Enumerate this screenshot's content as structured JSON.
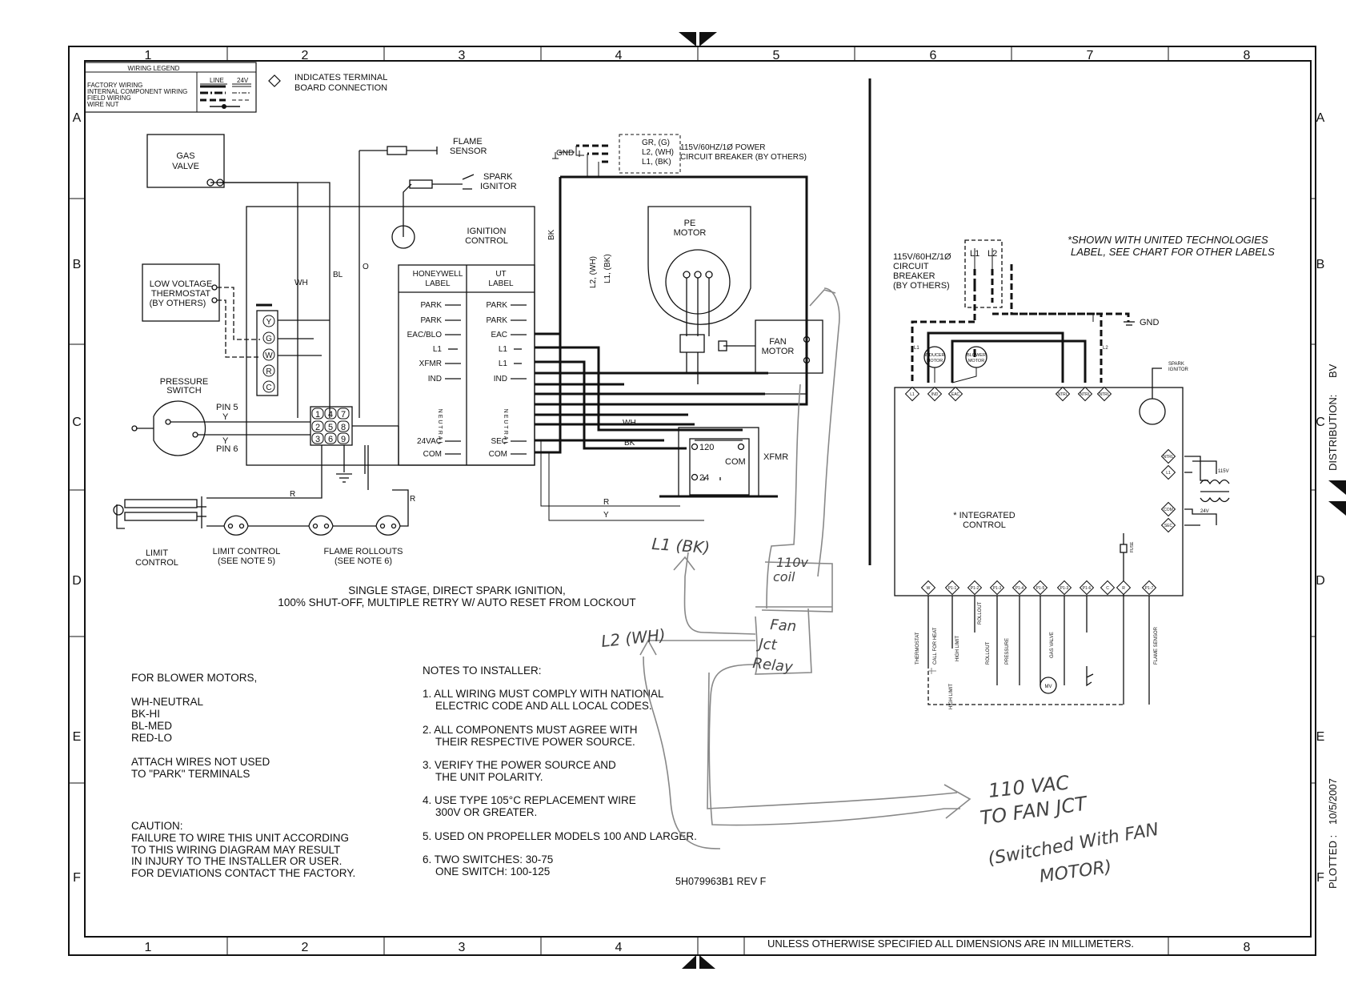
{
  "grid": {
    "cols": [
      "1",
      "2",
      "3",
      "4",
      "5",
      "6",
      "7",
      "8"
    ],
    "rows": [
      "A",
      "B",
      "C",
      "D",
      "E",
      "F"
    ]
  },
  "legend": {
    "title": "WIRING LEGEND",
    "col_line": "LINE",
    "col_24v": "24V",
    "items": [
      "FACTORY WIRING",
      "INTERNAL COMPONENT WIRING",
      "FIELD WIRING",
      "WIRE NUT"
    ],
    "terminal_note_1": "INDICATES TERMINAL",
    "terminal_note_2": "BOARD CONNECTION"
  },
  "left": {
    "gas_valve_1": "GAS",
    "gas_valve_2": "VALVE",
    "flame_sensor_1": "FLAME",
    "flame_sensor_2": "SENSOR",
    "spark_ignitor_1": "SPARK",
    "spark_ignitor_2": "IGNITOR",
    "ignition_control_1": "IGNITION",
    "ignition_control_2": "CONTROL",
    "honeywell_1": "HONEYWELL",
    "honeywell_2": "LABEL",
    "ut_1": "UT",
    "ut_2": "LABEL",
    "honeywell_terms": [
      "PARK",
      "PARK",
      "EAC/BLO",
      "L1",
      "XFMR",
      "IND",
      "NEUTRAL",
      "24VAC",
      "COM"
    ],
    "ut_terms": [
      "PARK",
      "PARK",
      "EAC",
      "L1",
      "L1",
      "IND",
      "NEUTRAL",
      "SEC",
      "COM"
    ],
    "thermostat_1": "LOW VOLTAGE",
    "thermostat_2": "THERMOSTAT",
    "thermostat_3": "(BY OTHERS)",
    "tstat_terms": [
      "Y",
      "G",
      "W",
      "R",
      "C"
    ],
    "pressure_switch_1": "PRESSURE",
    "pressure_switch_2": "SWITCH",
    "pin5": "PIN 5",
    "pin6": "PIN 6",
    "plug_pins": [
      "1",
      "4",
      "7",
      "2",
      "5",
      "8",
      "3",
      "6",
      "9"
    ],
    "wire_wh": "WH",
    "wire_bl": "BL",
    "wire_o": "O",
    "wire_r": "R",
    "wire_y": "Y",
    "wire_bk": "BK",
    "wire_l2wh": "L2, (WH)",
    "wire_l1bk": "L1, (BK)",
    "gnd": "GND",
    "power_gr": "GR, (G)",
    "power_l2": "L2, (WH)",
    "power_l1": "L1, (BK)",
    "power_1": "115V/60HZ/1Ø POWER",
    "power_2": "CIRCUIT BREAKER (BY OTHERS)",
    "pe_motor_1": "PE",
    "pe_motor_2": "MOTOR",
    "fan_motor_1": "FAN",
    "fan_motor_2": "MOTOR",
    "xfmr": "XFMR",
    "xfmr_120": "120",
    "xfmr_24": "24",
    "xfmr_com": "COM",
    "limit_control_1": "LIMIT",
    "limit_control_2": "CONTROL",
    "limit_note_1": "LIMIT CONTROL",
    "limit_note_2": "(SEE NOTE 5)",
    "rollouts_1": "FLAME ROLLOUTS",
    "rollouts_2": "(SEE NOTE 6)",
    "desc_1": "SINGLE STAGE, DIRECT SPARK IGNITION,",
    "desc_2": "100% SHUT-OFF, MULTIPLE RETRY W/ AUTO RESET FROM LOCKOUT"
  },
  "blower": {
    "title": "FOR BLOWER MOTORS,",
    "lines": [
      "WH-NEUTRAL",
      "BK-HI",
      "BL-MED",
      "RED-LO"
    ],
    "attach_1": "ATTACH WIRES NOT USED",
    "attach_2": "TO \"PARK\" TERMINALS"
  },
  "caution": {
    "title": "CAUTION:",
    "lines": [
      "FAILURE TO WIRE THIS UNIT ACCORDING",
      "TO THIS WIRING DIAGRAM MAY RESULT",
      "IN INJURY TO THE INSTALLER OR USER.",
      "FOR DEVIATIONS CONTACT THE FACTORY."
    ]
  },
  "notes": {
    "title": "NOTES TO INSTALLER:",
    "lines": [
      "1. ALL WIRING MUST COMPLY WITH NATIONAL",
      "ELECTRIC CODE AND ALL LOCAL CODES.",
      "2. ALL COMPONENTS MUST AGREE WITH",
      "THEIR RESPECTIVE POWER SOURCE.",
      "3. VERIFY THE POWER SOURCE AND",
      "THE UNIT POLARITY.",
      "4. USE TYPE 105°C REPLACEMENT WIRE",
      "300V OR GREATER.",
      "5. USED ON PROPELLER MODELS 100 AND LARGER.",
      "6. TWO SWITCHES: 30-75",
      "ONE SWITCH: 100-125"
    ],
    "part_number": "5H079963B1  REV F"
  },
  "right": {
    "shown_1": "*SHOWN WITH UNITED TECHNOLOGIES",
    "shown_2": "LABEL, SEE CHART FOR OTHER LABELS",
    "breaker_1": "115V/60HZ/1Ø",
    "breaker_2": "CIRCUIT",
    "breaker_3": "BREAKER",
    "breaker_4": "(BY OTHERS)",
    "l1": "L1",
    "l2": "L2",
    "gnd": "GND",
    "inducer_1": "INDUCER",
    "inducer_2": "MOTOR",
    "blower_1": "BLOWER",
    "blower_2": "MOTOR",
    "spark_1": "SPARK",
    "spark_2": "IGNITOR",
    "integrated_1": "* INTEGRATED",
    "integrated_2": "CONTROL",
    "top_terms": [
      "L1",
      "IND",
      "EAC",
      "NTRL",
      "NTRL",
      "NTRL"
    ],
    "side_terms": [
      "NTRL",
      "L1",
      "COM",
      "SEC"
    ],
    "bottom_terms": [
      "W",
      "P1-1",
      "P1-2",
      "P1-3",
      "P1-4",
      "P1-5",
      "P1-3",
      "P1-6",
      "C",
      "R",
      "P1-7"
    ],
    "v115": "115V",
    "v24": "24V",
    "fuse": "FUSE",
    "bottom_labels": [
      "THERMOSTAT",
      "CALL FOR HEAT",
      "HIGH LIMIT",
      "ROLLOUT",
      "ROLLOUT",
      "PRESSURE",
      "GAS VALVE",
      "FLAME SENSOR",
      "HIGH LIMIT"
    ],
    "mv": "MV"
  },
  "handwritten": {
    "l1bk": "L1 (BK)",
    "l2wh": "L2 (WH)",
    "coil_1": "110v",
    "coil_2": "coil",
    "relay_1": "Fan",
    "relay_2": "Jct",
    "relay_3": "Relay",
    "note_1": "110 VAC",
    "note_2": "TO FAN JCT",
    "note_3": "(Switched With FAN",
    "note_4": "MOTOR)"
  },
  "footer": {
    "dims": "UNLESS OTHERWISE SPECIFIED ALL DIMENSIONS ARE IN MILLIMETERS.",
    "distribution": "DISTRIBUTION:",
    "distribution_val": "BV",
    "plotted": "PLOTTED :",
    "plotted_val": "10/5/2007"
  }
}
